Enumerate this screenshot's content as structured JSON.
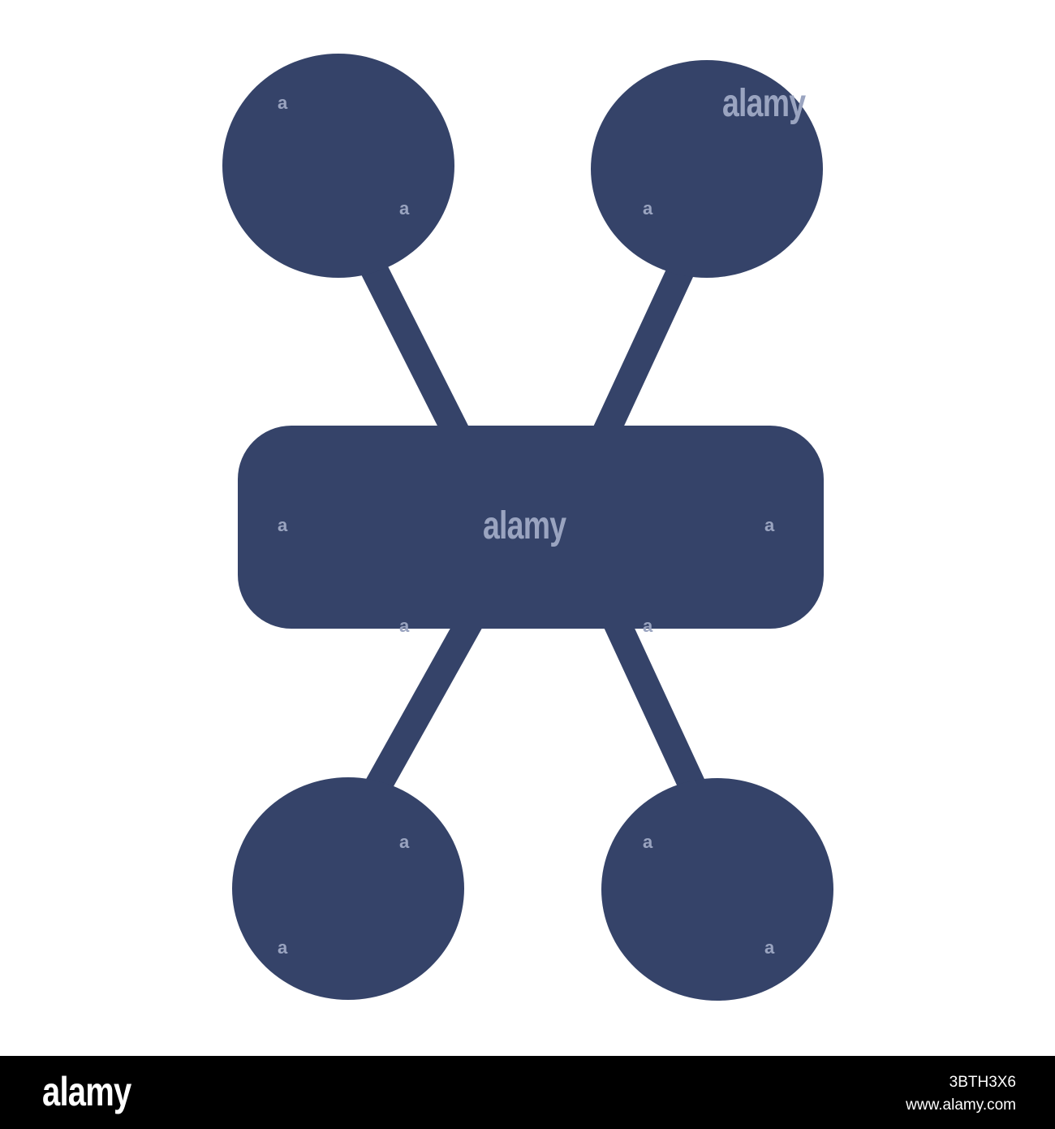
{
  "colors": {
    "icon_fill": "#354369",
    "watermark": "#9aa4c0",
    "background": "#ffffff",
    "footer_background": "#000000",
    "footer_text": "#ffffff"
  },
  "icon": {
    "name": "network-hub-icon"
  },
  "watermark": {
    "small_mark": "a",
    "large_mark": "alamy"
  },
  "footer": {
    "logo": "alamy",
    "image_id": "3BTH3X6",
    "site": "www.alamy.com"
  }
}
